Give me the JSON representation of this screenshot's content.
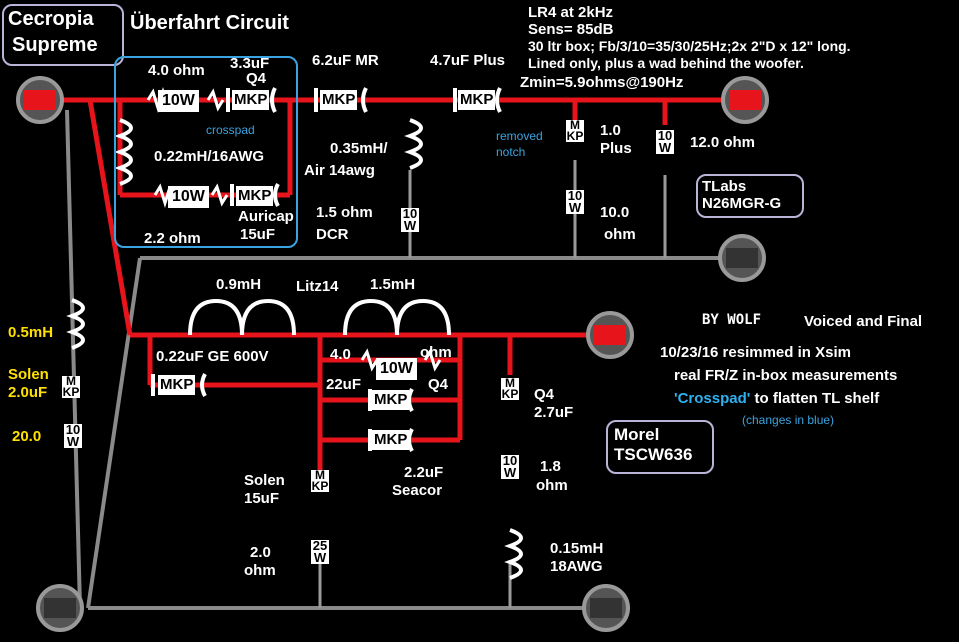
{
  "title": {
    "line1": "Cecropia",
    "line2": "Supreme",
    "circuit": "Überfahrt Circuit"
  },
  "specs": {
    "lr4": "LR4 at 2kHz",
    "sens": "Sens= 85dB",
    "box": "30 ltr box; Fb/3/10=35/30/25Hz;2x 2\"D x 12\" long.",
    "lined": "Lined only, plus a wad behind the woofer.",
    "zmin": "Zmin=5.9ohms@190Hz"
  },
  "tweeter_section": {
    "r_40": "4.0 ohm",
    "c_33": "3.3uF",
    "q4": "Q4",
    "crosspad": "crosspad",
    "l_022": "0.22mH/16AWG",
    "r_22": "2.2  ohm",
    "auricap": "Auricap",
    "c_15": "15uF",
    "c_62": "6.2uF MR",
    "c_47": "4.7uF Plus",
    "l_035": "0.35mH/",
    "air": "Air 14awg",
    "r_15": "1.5 ohm",
    "dcr": "DCR",
    "removed": "removed",
    "notch": "notch",
    "c_10": "1.0",
    "plus": "Plus",
    "r_100": "10.0",
    "ohm": "ohm",
    "r_120": "12.0  ohm",
    "driver": "TLabs\nN26MGR-G"
  },
  "woofer_section": {
    "l_09": "0.9mH",
    "litz": "Litz14",
    "l_15": "1.5mH",
    "c_022": "0.22uF GE 600V",
    "r_40": "4.0",
    "ohm": "ohm",
    "c_22": "22uF",
    "q4": "Q4",
    "c_22b": "2.2uF",
    "seacor": "Seacor",
    "solen": "Solen",
    "c_15": "15uF",
    "r_20": "2.0",
    "ohm2": "ohm",
    "q4b": "Q4",
    "c_27": "2.7uF",
    "r_18": "1.8",
    "ohm3": "ohm",
    "l_015": "0.15mH",
    "awg": "18AWG",
    "driver": "Morel\nTSCW636"
  },
  "left_branch": {
    "l": "0.5mH",
    "solen": "Solen",
    "c": "2.0uF",
    "r": "20.0"
  },
  "notes": {
    "by": "BY WOLF",
    "voiced": "Voiced and Final",
    "date": "10/23/16   resimmed in Xsim",
    "real": "real FR/Z in-box measurements",
    "crosspad": "'Crosspad'",
    "flatten": " to flatten TL shelf",
    "changes": "(changes in blue)"
  },
  "components": {
    "mkp": "MKP",
    "tenw": "10W",
    "twentyfivew": "25W"
  },
  "colors": {
    "wire": "#e8141c",
    "ground": "#888888",
    "bg": "#000000",
    "accent": "#2fb0f0"
  }
}
